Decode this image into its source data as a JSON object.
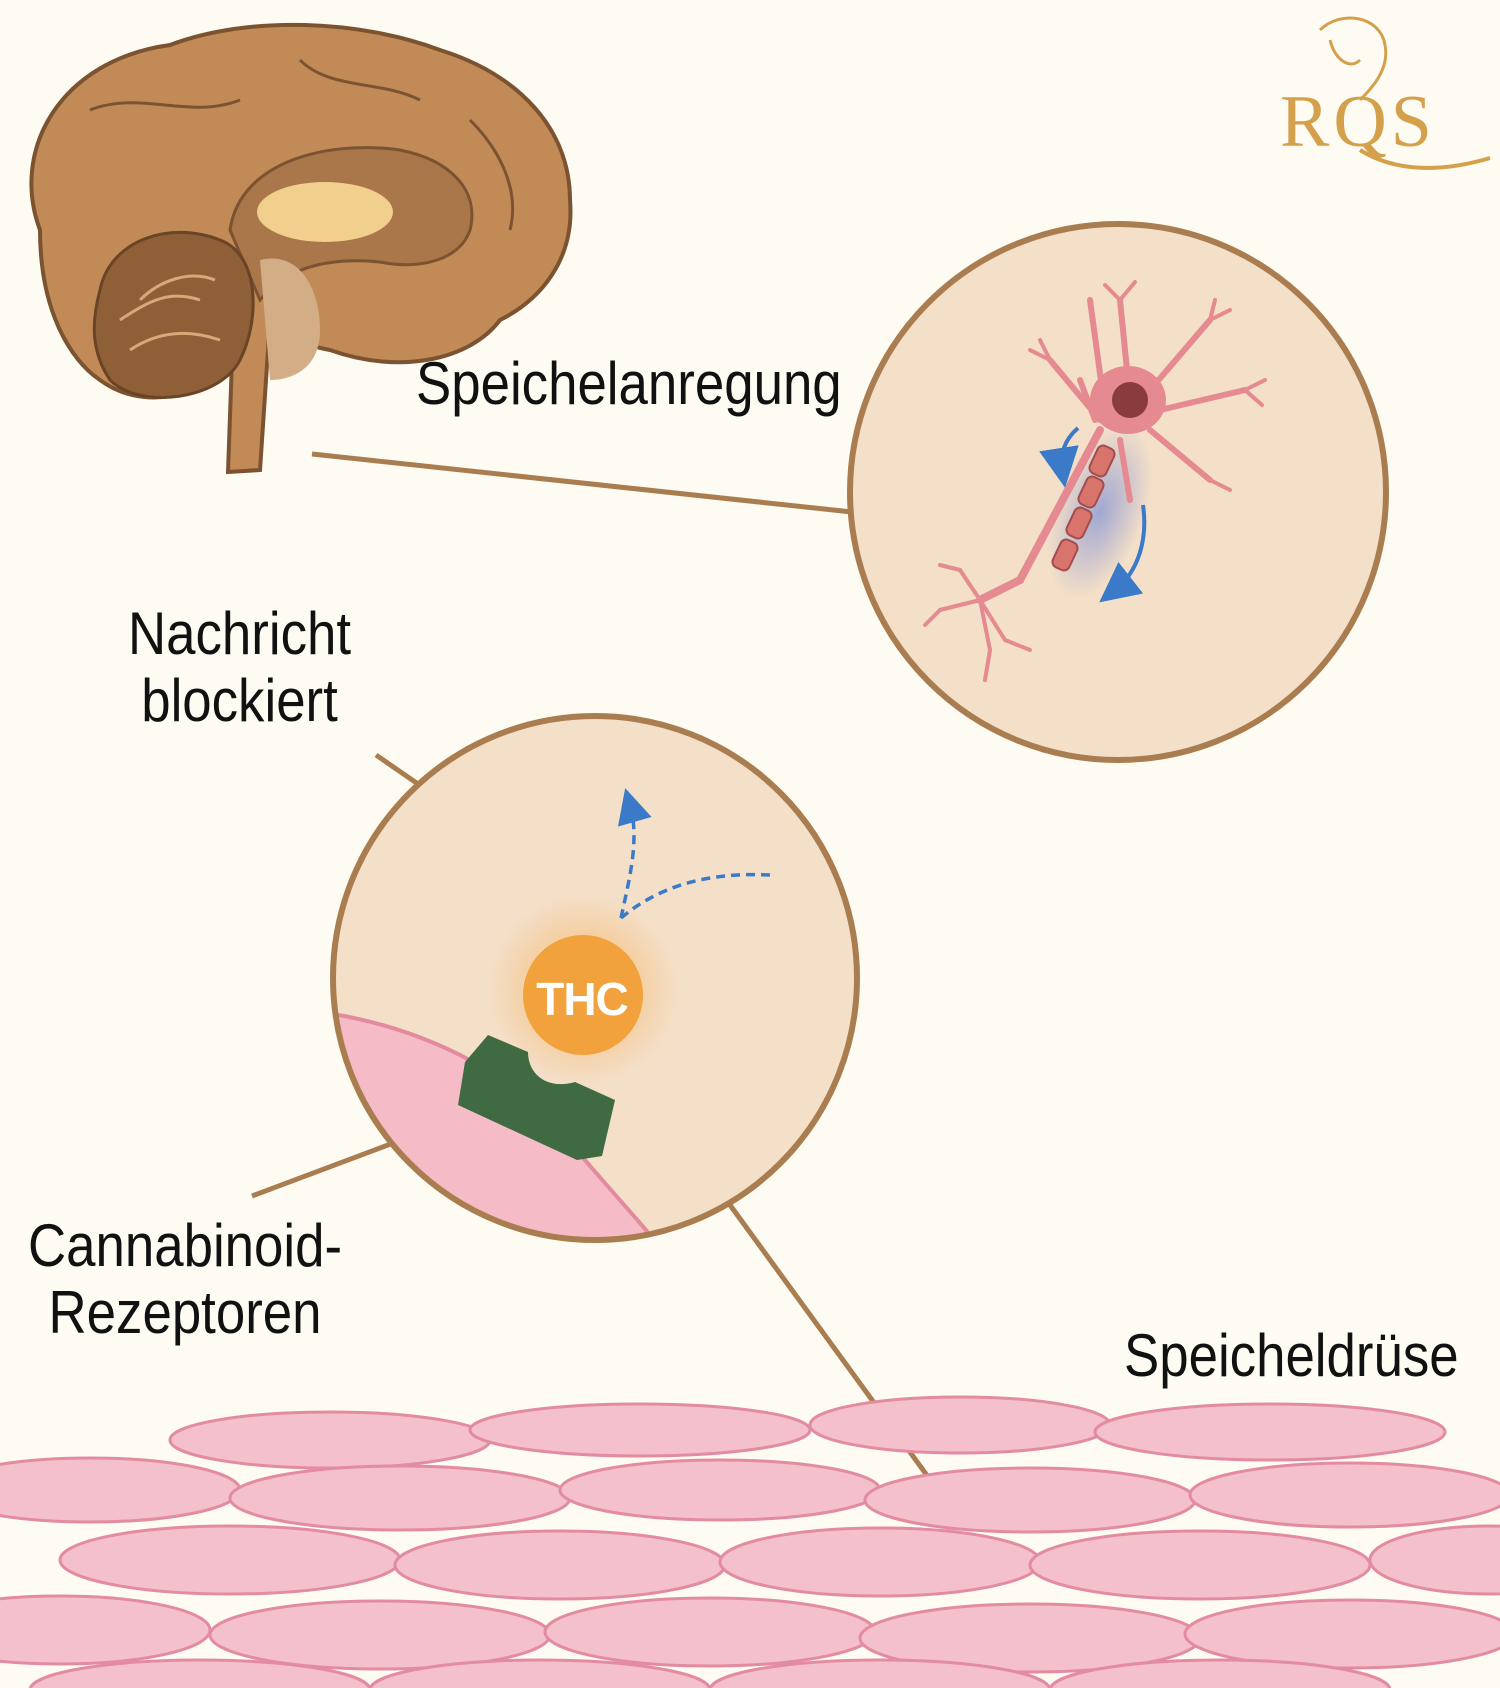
{
  "labels": {
    "salivation": "Speichelanregung",
    "message_line1": "Nachricht",
    "message_line2": "blockiert",
    "receptor_line1": "Cannabinoid-",
    "receptor_line2": "Rezeptoren",
    "gland": "Speicheldrüse",
    "thc": "THC"
  },
  "logo": {
    "text": "RQS"
  },
  "colors": {
    "background": "#fdfbf2",
    "circle_fill": "#f4dfc8",
    "circle_stroke": "#a97d50",
    "brain": "#c18a57",
    "neuron": "#e48a90",
    "thc": "#f2a23c",
    "receptor": "#3f6a42",
    "tissue": "#f0b3c1",
    "arrow_blue": "#3a7ac8",
    "logo_gold": "#d4a04c"
  }
}
